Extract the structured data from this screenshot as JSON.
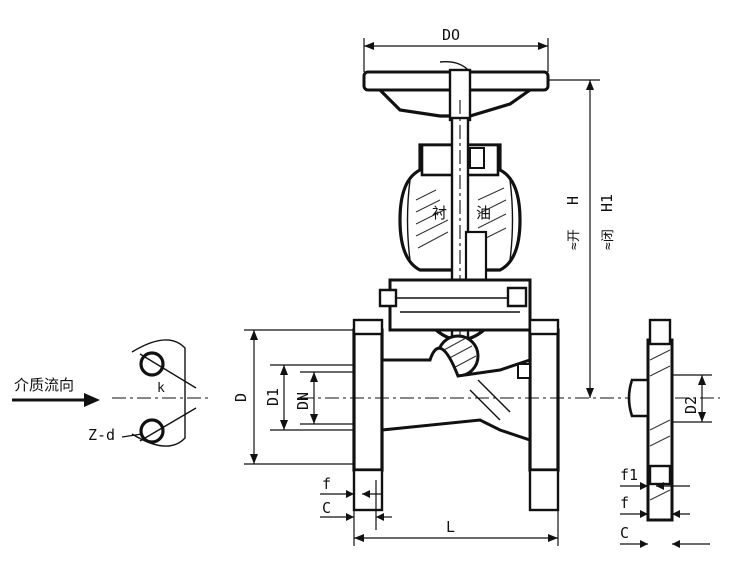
{
  "labels": {
    "do": "DO",
    "h": "H",
    "h_approx": "≈开",
    "h1": "H1",
    "h1_approx": "≈闭",
    "d": "D",
    "d1": "D1",
    "dn": "DN",
    "d2": "D2",
    "l": "L",
    "f": "f",
    "c": "C",
    "f1": "f1",
    "f_right": "f",
    "c_right": "C",
    "k": "k",
    "z_d": "Z-d",
    "flow": "介质流向",
    "lining_left": "衬",
    "lining_right": "油"
  }
}
